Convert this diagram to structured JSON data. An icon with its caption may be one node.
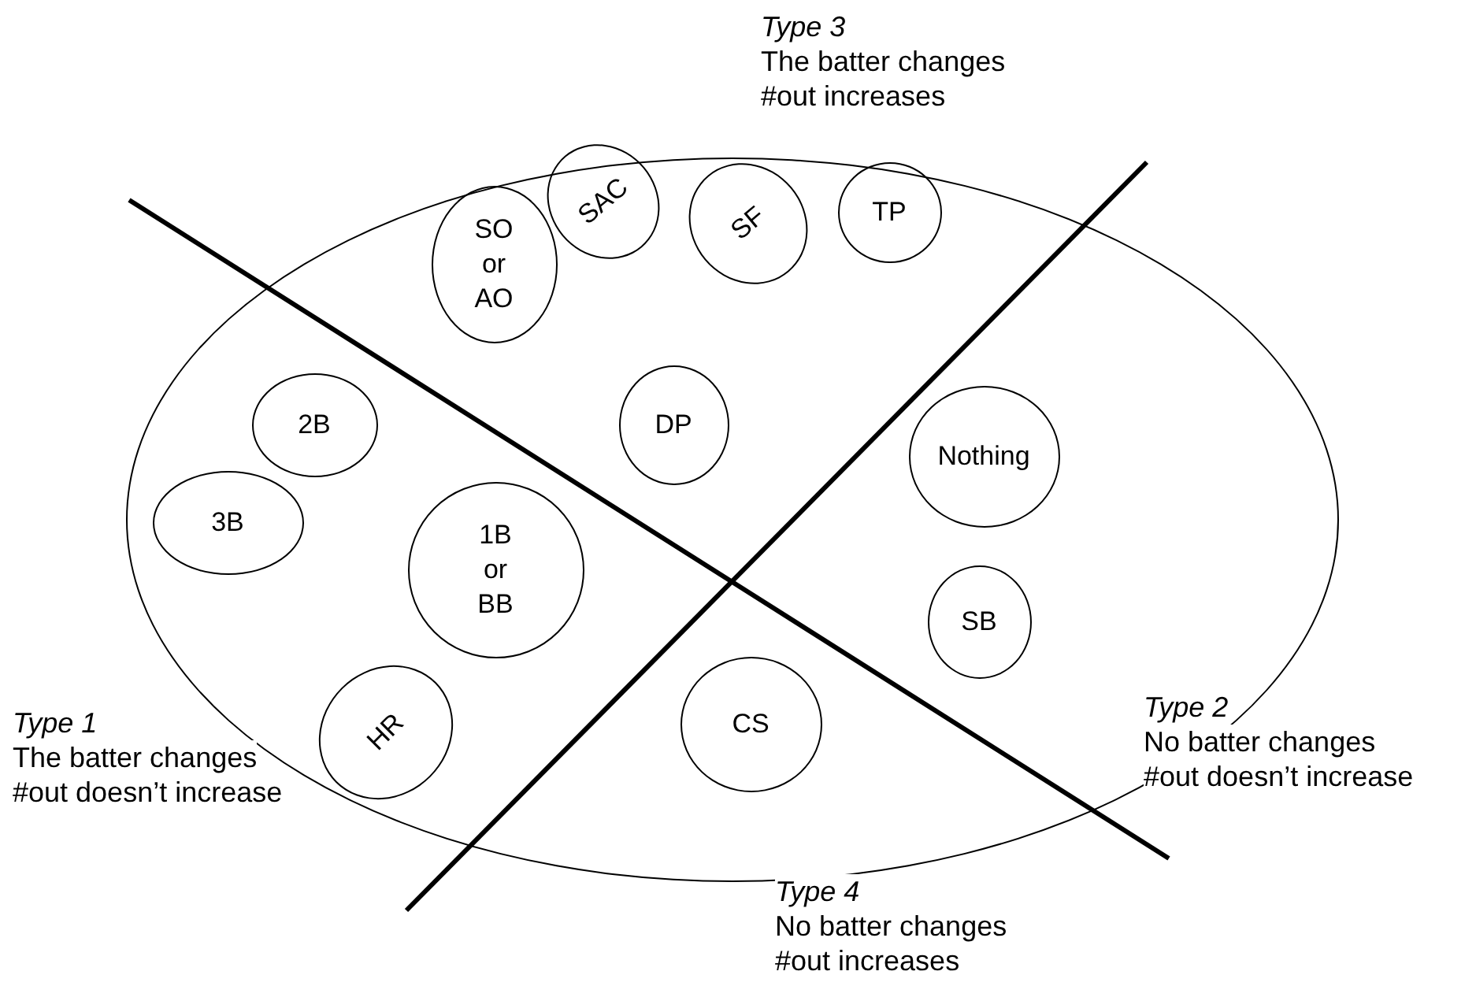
{
  "diagram": {
    "nodes": [
      {
        "text": [],
        "shape": "ellipse"
      },
      {
        "text": [
          "SAC"
        ],
        "in": 0
      },
      {
        "text": [
          "SO or AO"
        ],
        "in": 0
      },
      {
        "text": [
          "SF"
        ],
        "in": 0
      },
      {
        "text": [
          "TP"
        ],
        "in": 0
      },
      {
        "text": [
          "2B"
        ],
        "in": 0
      },
      {
        "text": [
          "DP"
        ],
        "in": 0
      },
      {
        "text": [
          "Nothing"
        ],
        "in": 0
      },
      {
        "text": [
          "3B"
        ],
        "in": 0
      },
      {
        "text": [
          "1B or BB"
        ],
        "in": 0
      },
      {
        "text": [
          "SB"
        ],
        "in": 0
      },
      {
        "text": [
          "HR"
        ],
        "in": 0
      },
      {
        "text": [
          "CS"
        ],
        "in": 0
      }
    ],
    "edges": [],
    "labels": [
      "Type 3",
      "The batter changes",
      "#out increases",
      "Type 2",
      "No batter changes",
      "#out doesn’t increase",
      "Type 1",
      "The batter changes",
      "#out doesn’t increase",
      "Type 4",
      "No batter changes",
      "#out increases"
    ]
  }
}
